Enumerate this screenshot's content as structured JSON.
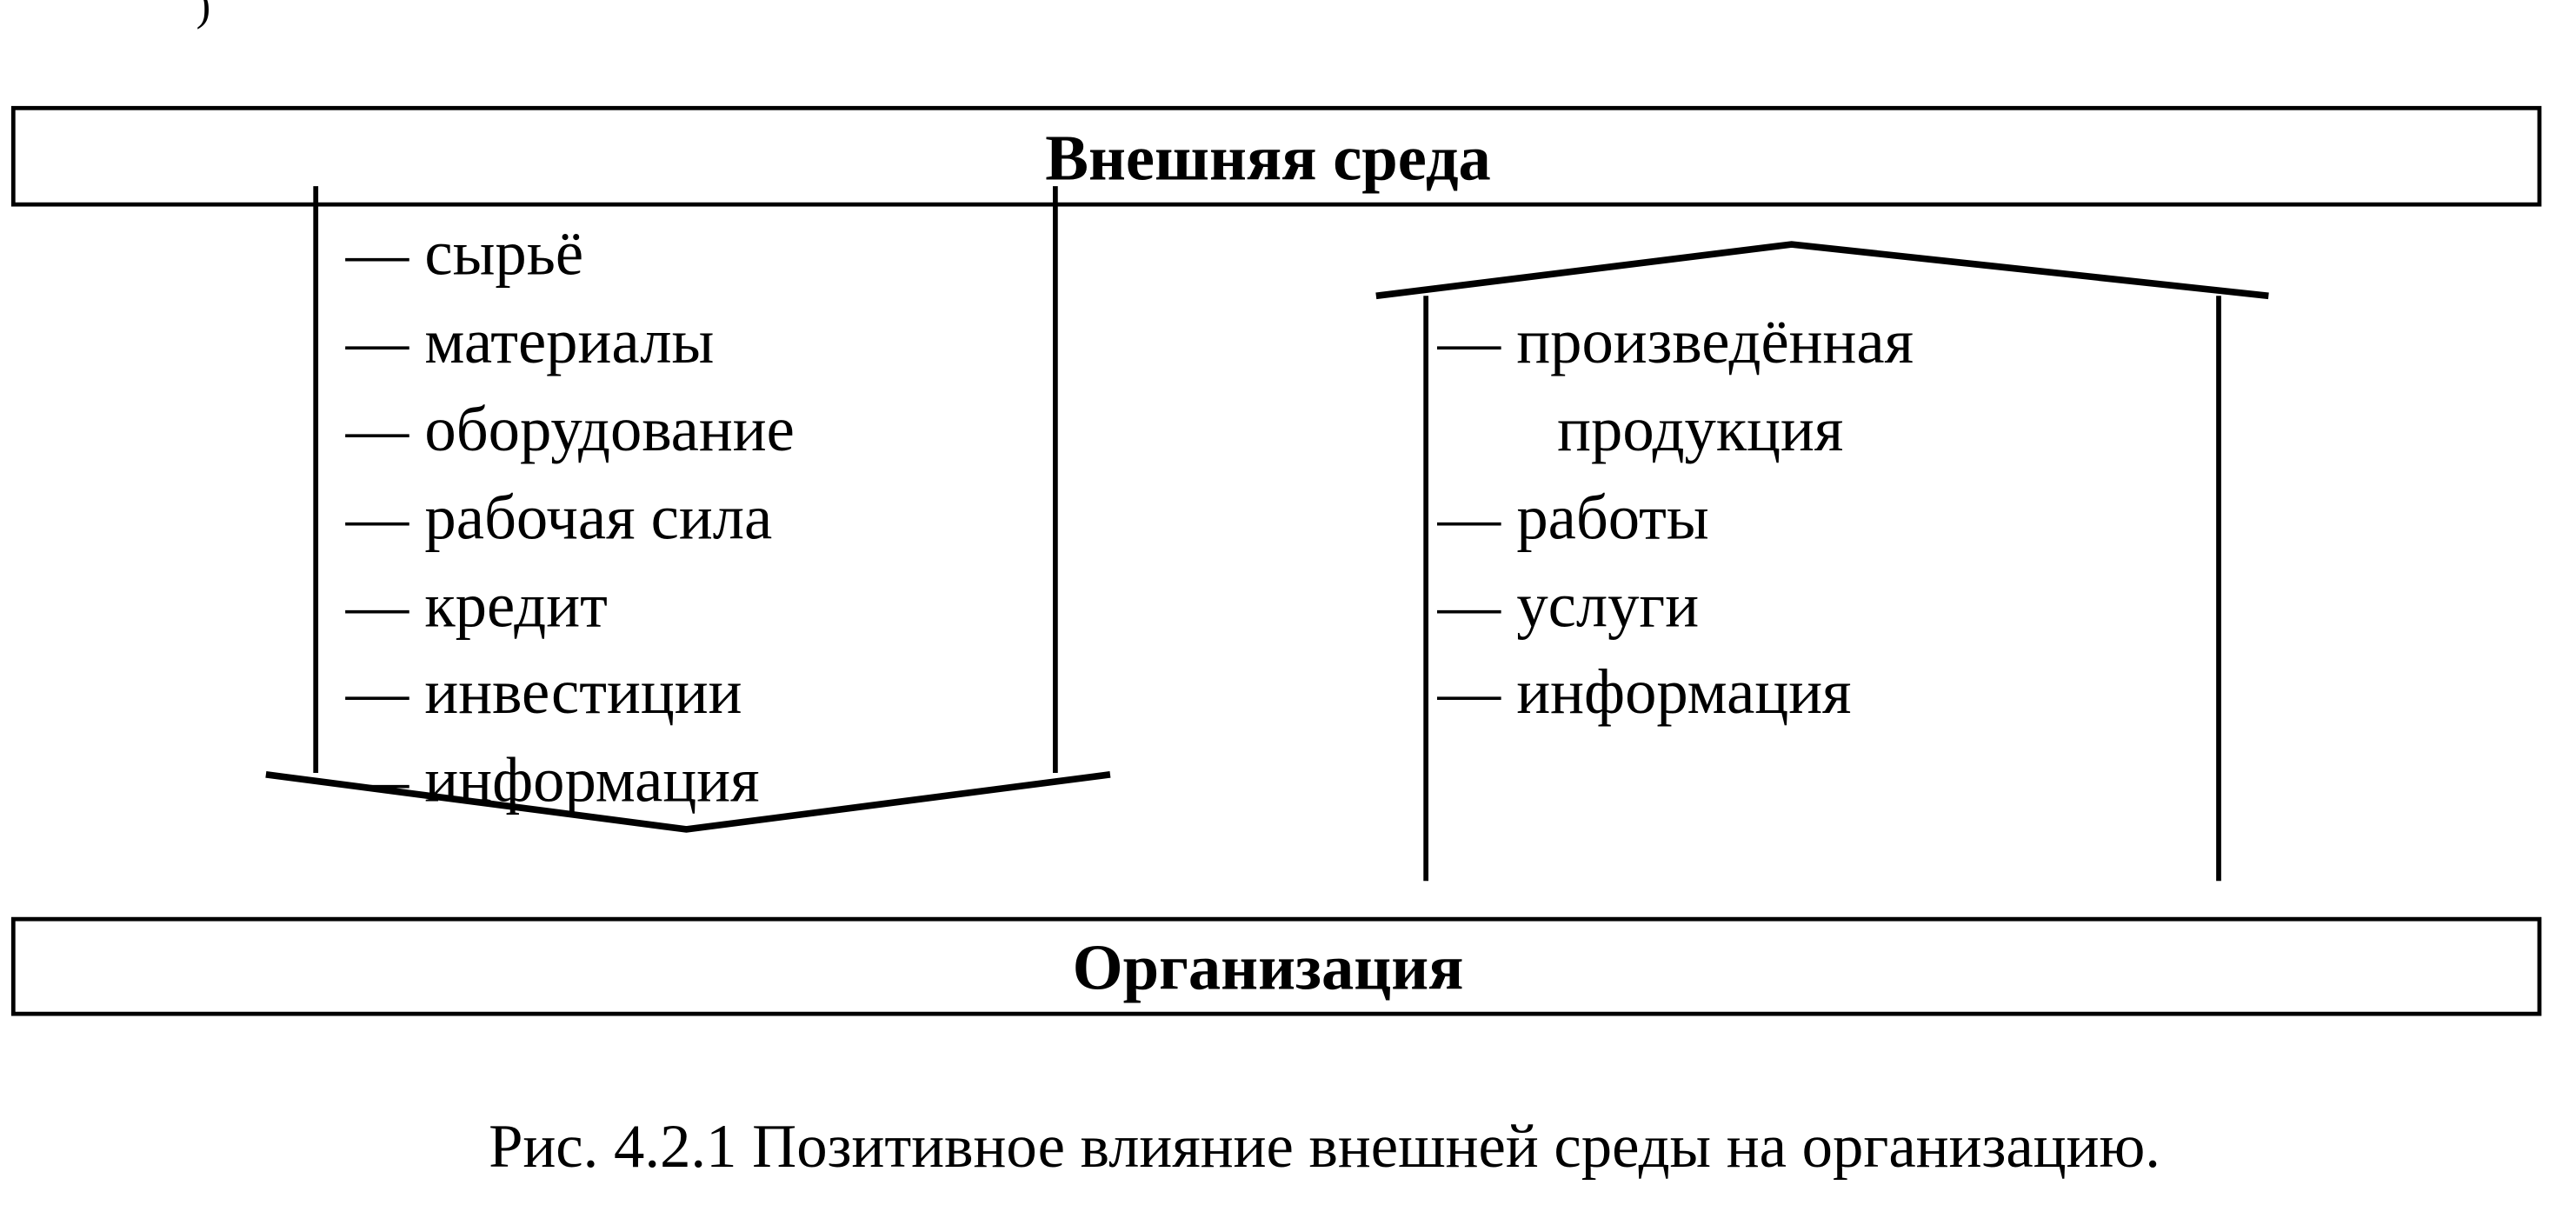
{
  "top_box": {
    "label": "Внешняя среда"
  },
  "bottom_box": {
    "label": "Организация"
  },
  "inputs_arrow": {
    "direction": "down",
    "items": [
      "— сырьё",
      "— материалы",
      "— оборудование",
      "— рабочая сила",
      "— кредит",
      "— инвестиции",
      "— информация"
    ]
  },
  "outputs_arrow": {
    "direction": "up",
    "items": [
      "— произведённая",
      "продукция",
      "— работы",
      "— услуги",
      "— информация"
    ]
  },
  "caption": "Рис. 4.2.1 Позитивное влияние внешней среды на организацию.",
  "corner_mark": ")"
}
